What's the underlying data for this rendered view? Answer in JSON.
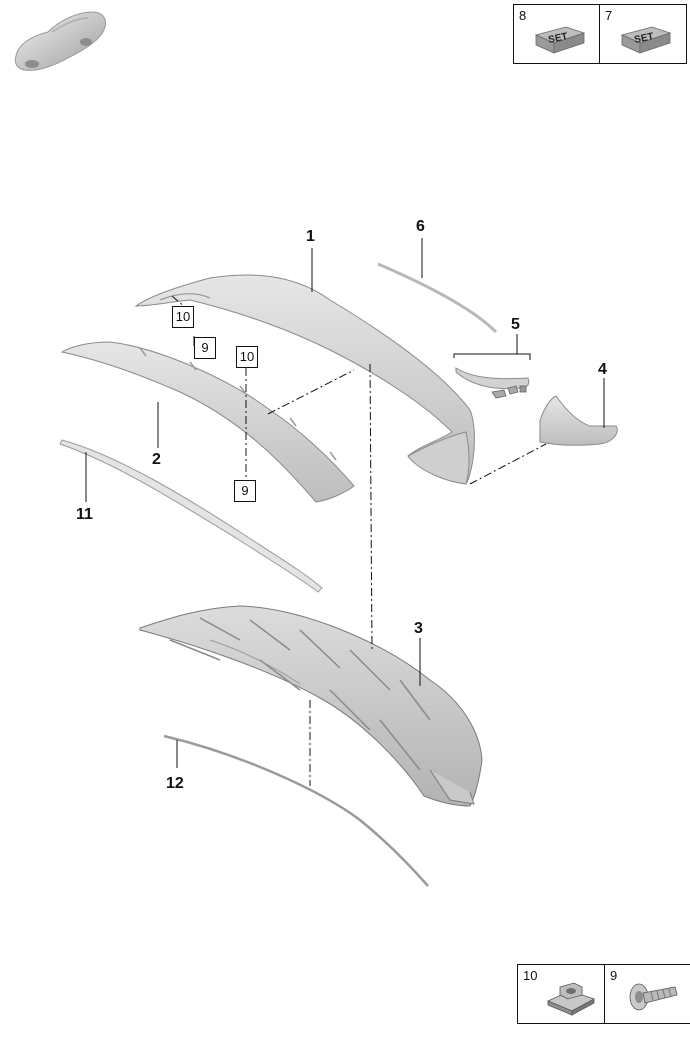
{
  "thumbnail": {
    "icon": "car-silhouette-icon"
  },
  "kits_top": [
    {
      "number": "8",
      "icon": "set-icon",
      "label": "SET"
    },
    {
      "number": "7",
      "icon": "set-icon",
      "label": "SET"
    }
  ],
  "kits_bottom": [
    {
      "number": "10",
      "icon": "clip-nut-icon"
    },
    {
      "number": "9",
      "icon": "rivet-screw-icon"
    }
  ],
  "callouts": {
    "p1": "1",
    "p2": "2",
    "p3": "3",
    "p4": "4",
    "p5": "5",
    "p6": "6",
    "p11": "11",
    "p12": "12"
  },
  "boxed_refs": {
    "b10a": "10",
    "b9a": "9",
    "b10b": "10",
    "b9b": "9"
  },
  "colors": {
    "part_fill": "#d9d9d9",
    "part_stroke": "#8a8a8a",
    "line": "#111111"
  }
}
